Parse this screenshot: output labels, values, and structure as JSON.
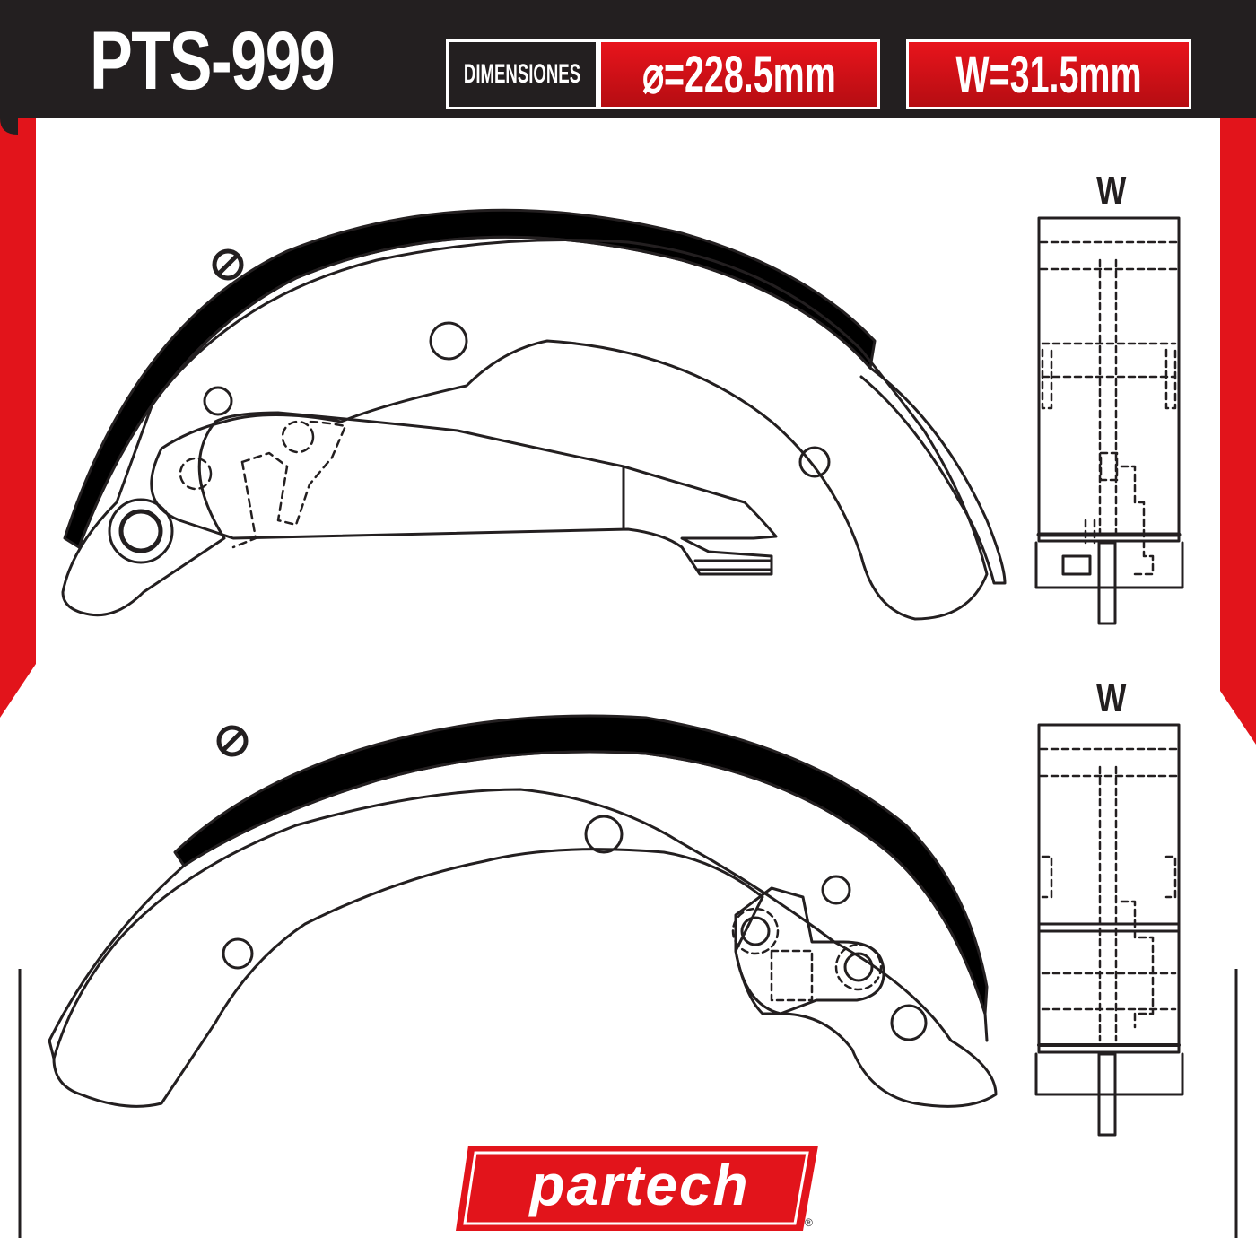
{
  "header": {
    "part_number": "PTS-999",
    "dimensions_label": "DIMENSIONES",
    "diameter": "⌀=228.5mm",
    "width": "W=31.5mm"
  },
  "views": {
    "top_width_label": "W",
    "bottom_width_label": "W"
  },
  "brand": {
    "logo": "partech",
    "registered": "®"
  },
  "colors": {
    "red": "#e2141b",
    "dark": "#231f20",
    "lining": "#000000"
  }
}
